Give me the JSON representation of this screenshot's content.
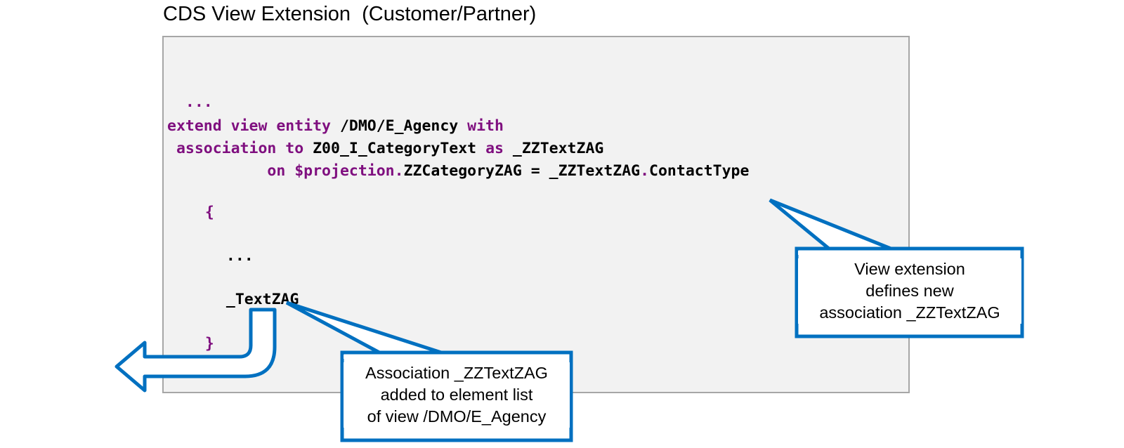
{
  "title": "CDS View Extension  (Customer/Partner)",
  "colors": {
    "keyword": "#7f0f7f",
    "identifier": "#000000",
    "panel_background": "#f2f2f2",
    "panel_border": "#a6a6a6",
    "accent_blue": "#0070c0"
  },
  "code": {
    "line_ellipsis": "...",
    "kw_extend_view_entity": "extend view entity",
    "id_agency": " /DMO/E_Agency ",
    "kw_with": "with",
    "kw_association_to": " association to",
    "id_category_text": " Z00_I_CategoryText ",
    "kw_as": "as",
    "id_alias": " _ZZTextZAG",
    "kw_on_projection": "           on $projection.",
    "id_on_condition": "ZZCategoryZAG = _ZZTextZAG",
    "kw_dot": ".",
    "id_contact_type": "ContactType",
    "brace_open": "{",
    "inner_ellipsis": "...",
    "element_text": "_TextZAG",
    "brace_close": "}"
  },
  "callouts": {
    "view_extension": "View extension\ndefines new\nassociation _ZZTextZAG",
    "element_list": "Association _ZZTextZAG\nadded to element list\nof view /DMO/E_Agency"
  }
}
